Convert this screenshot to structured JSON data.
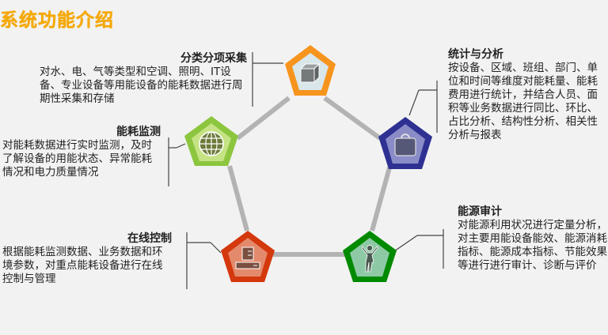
{
  "title": "系统功能介绍",
  "colors": {
    "title": "#f6a800",
    "connector": "#b3b3b3",
    "collect": "#f7941d",
    "monitor": "#8cc63f",
    "analysis": "#2e3192",
    "control": "#d4380d",
    "audit": "#008a00"
  },
  "nodes": [
    {
      "id": "collect",
      "icon": "cube-icon",
      "heading": "分类分项采集",
      "text": "对水、电、气等类型和空调、照明、IT设备、专业设备等用能设备的能耗数据进行周期性采集和存储"
    },
    {
      "id": "monitor",
      "icon": "globe-icon",
      "heading": "能耗监测",
      "text": "对能耗数据进行实时监测，及时了解设备的用能状态、异常能耗情况和电力质量情况"
    },
    {
      "id": "analysis",
      "icon": "briefcase-icon",
      "heading": "统计与分析",
      "text": "按设备、区域、班组、部门、单位和时间等维度对能耗量、能耗费用进行统计，并结合人员、面积等业务数据进行同比、环比、占比分析、结构性分析、相关性分析与报表"
    },
    {
      "id": "control",
      "icon": "computer-icon",
      "heading": "在线控制",
      "text": "根据能耗监测数据、业务数据和环境参数，对重点能耗设备进行在线控制与管理"
    },
    {
      "id": "audit",
      "icon": "person-icon",
      "heading": "能源审计",
      "text": "对能源利用状况进行定量分析，对主要用能设备能效、能源消耗指标、能源成本指标、节能效果等进行进行审计、诊断与评价"
    }
  ]
}
